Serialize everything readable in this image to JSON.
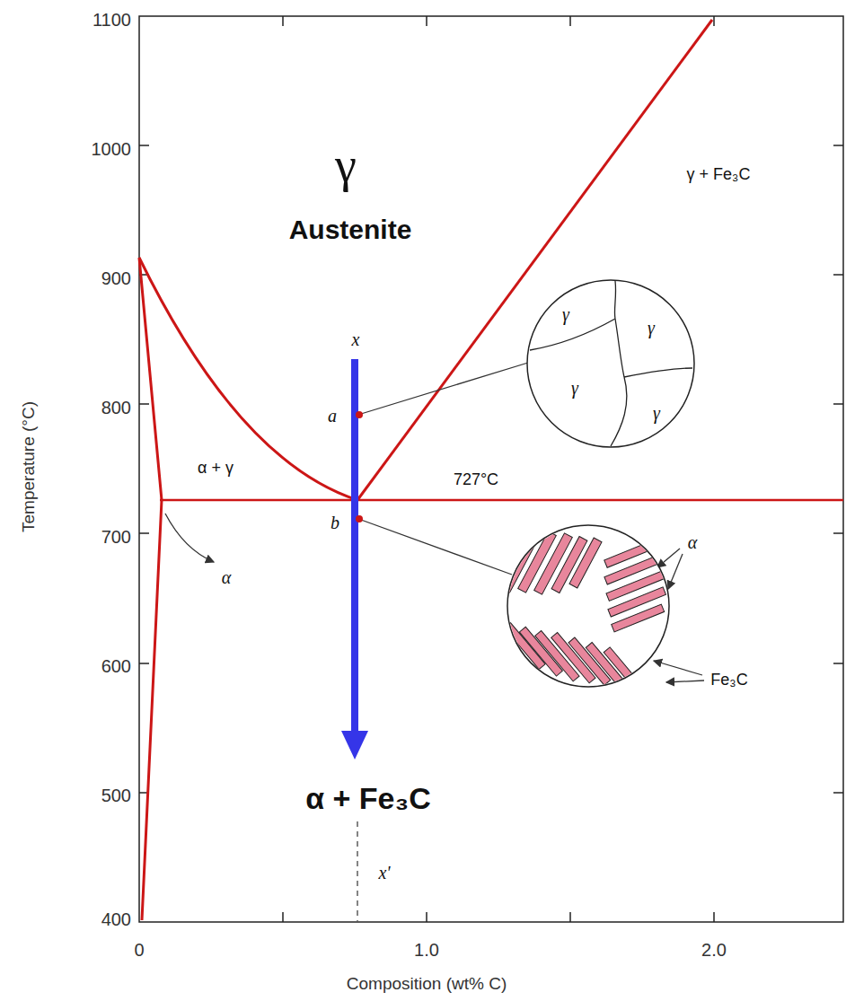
{
  "diagram": {
    "nodes": [
      {
        "text": [
          "γ",
          "γ",
          "γ",
          "γ"
        ]
      }
    ],
    "labels": [
      "1100",
      "1000",
      "900",
      "800",
      "700",
      "600",
      "500",
      "400",
      "γ",
      "Austenite",
      "γ + Fe₃C",
      "x",
      "a",
      "α + γ",
      "727°C",
      "b",
      "α",
      "α",
      "Fe₃C",
      "α + Fe₃C",
      "x'",
      "0",
      "1.0",
      "2.0",
      "Temperature (°C)",
      "Composition (wt% C)"
    ]
  }
}
